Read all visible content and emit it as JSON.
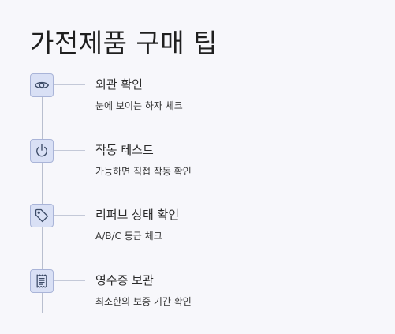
{
  "page": {
    "title": "가전제품 구매 팁"
  },
  "steps": [
    {
      "icon": "eye-icon",
      "title": "외관 확인",
      "description": "눈에 보이는 하자 체크"
    },
    {
      "icon": "power-icon",
      "title": "작동 테스트",
      "description": "가능하면 직접 작동 확인"
    },
    {
      "icon": "tag-icon",
      "title": "리퍼브 상태 확인",
      "description": "A/B/C 등급 체크"
    },
    {
      "icon": "receipt-icon",
      "title": "영수증 보관",
      "description": "최소한의 보증 기간 확인"
    }
  ],
  "colors": {
    "background": "#f7f7fb",
    "icon_fill": "#d9e0f5",
    "icon_border": "#a9b4d8",
    "icon_stroke": "#3b4a66",
    "line": "#b9bfcf"
  }
}
